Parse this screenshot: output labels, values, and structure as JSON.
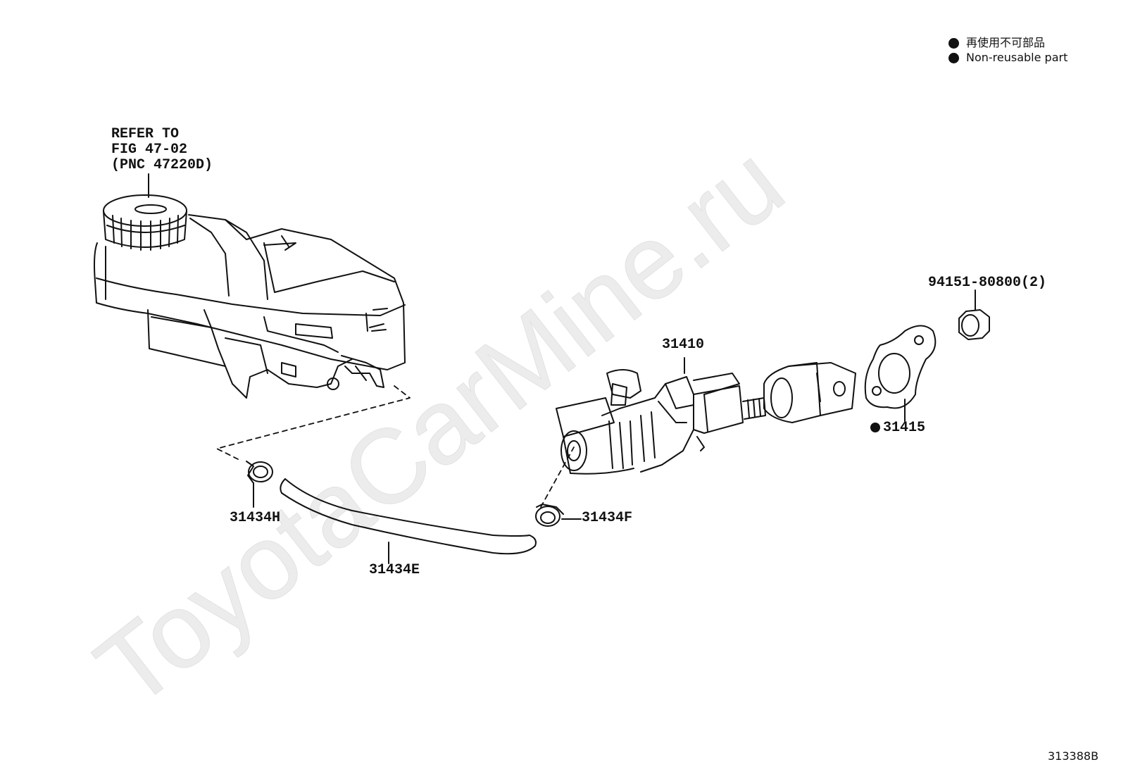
{
  "legend": {
    "items": [
      {
        "text": "再使用不可部品"
      },
      {
        "text": "Non-reusable part"
      }
    ]
  },
  "reference": {
    "lines": [
      "REFER TO",
      "FIG 47-02",
      "(PNC 47220D)"
    ]
  },
  "parts": {
    "cylinder": "31410",
    "gasket": "31415",
    "nut": "94151-80800(2)",
    "clamp_h": "31434H",
    "clamp_f": "31434F",
    "hose": "31434E"
  },
  "watermark": "ToyotaCarMine.ru",
  "figure_id": "313388B",
  "colors": {
    "ink": "#111111",
    "watermark": "#ececec"
  }
}
